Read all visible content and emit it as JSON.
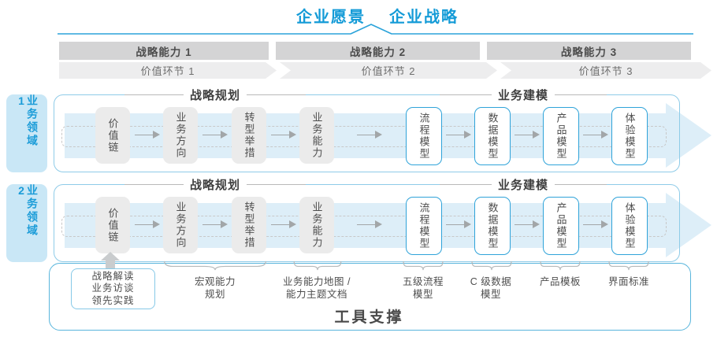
{
  "header": {
    "vision": "企业愿景",
    "strategy": "企业战略"
  },
  "strategic_capabilities": [
    "战略能力 1",
    "战略能力 2",
    "战略能力 3"
  ],
  "value_links": [
    "价值环节 1",
    "价值环节 2",
    "价值环节 3"
  ],
  "domains": [
    "业务领域 1",
    "业务领域 2"
  ],
  "sections": {
    "planning": "战略规划",
    "modeling": "业务建模"
  },
  "flow": {
    "boxes": [
      {
        "label": "价值链",
        "style": "gray"
      },
      {
        "label": "业务方向",
        "style": "gray"
      },
      {
        "label": "转型举措",
        "style": "gray"
      },
      {
        "label": "业务能力",
        "style": "gray"
      },
      {
        "label": "流程模型",
        "style": "blue"
      },
      {
        "label": "数据模型",
        "style": "blue"
      },
      {
        "label": "产品模型",
        "style": "blue"
      },
      {
        "label": "体验模型",
        "style": "blue"
      }
    ]
  },
  "annotations": {
    "practice_box": [
      "战略解读",
      "业务访谈",
      "领先实践"
    ],
    "notes": [
      {
        "text": "宏观能力\n规划"
      },
      {
        "text": "业务能力地图 /\n能力主题文档"
      },
      {
        "text": "五级流程\n模型"
      },
      {
        "text": "C 级数据\n模型"
      },
      {
        "text": "产品模板"
      },
      {
        "text": "界面标准"
      }
    ]
  },
  "footer": {
    "title": "工具支撑"
  },
  "colors": {
    "accent_blue": "#1b9cd8",
    "band_blue": "#ddeef8",
    "bar_gray": "#d4d4d5",
    "chevron_gray": "#ededee",
    "box_gray": "#ebebeb",
    "blue_box_border": "#2fa3d9",
    "panel_border": "#8ecbe8",
    "footer_border": "#58b5dc"
  }
}
